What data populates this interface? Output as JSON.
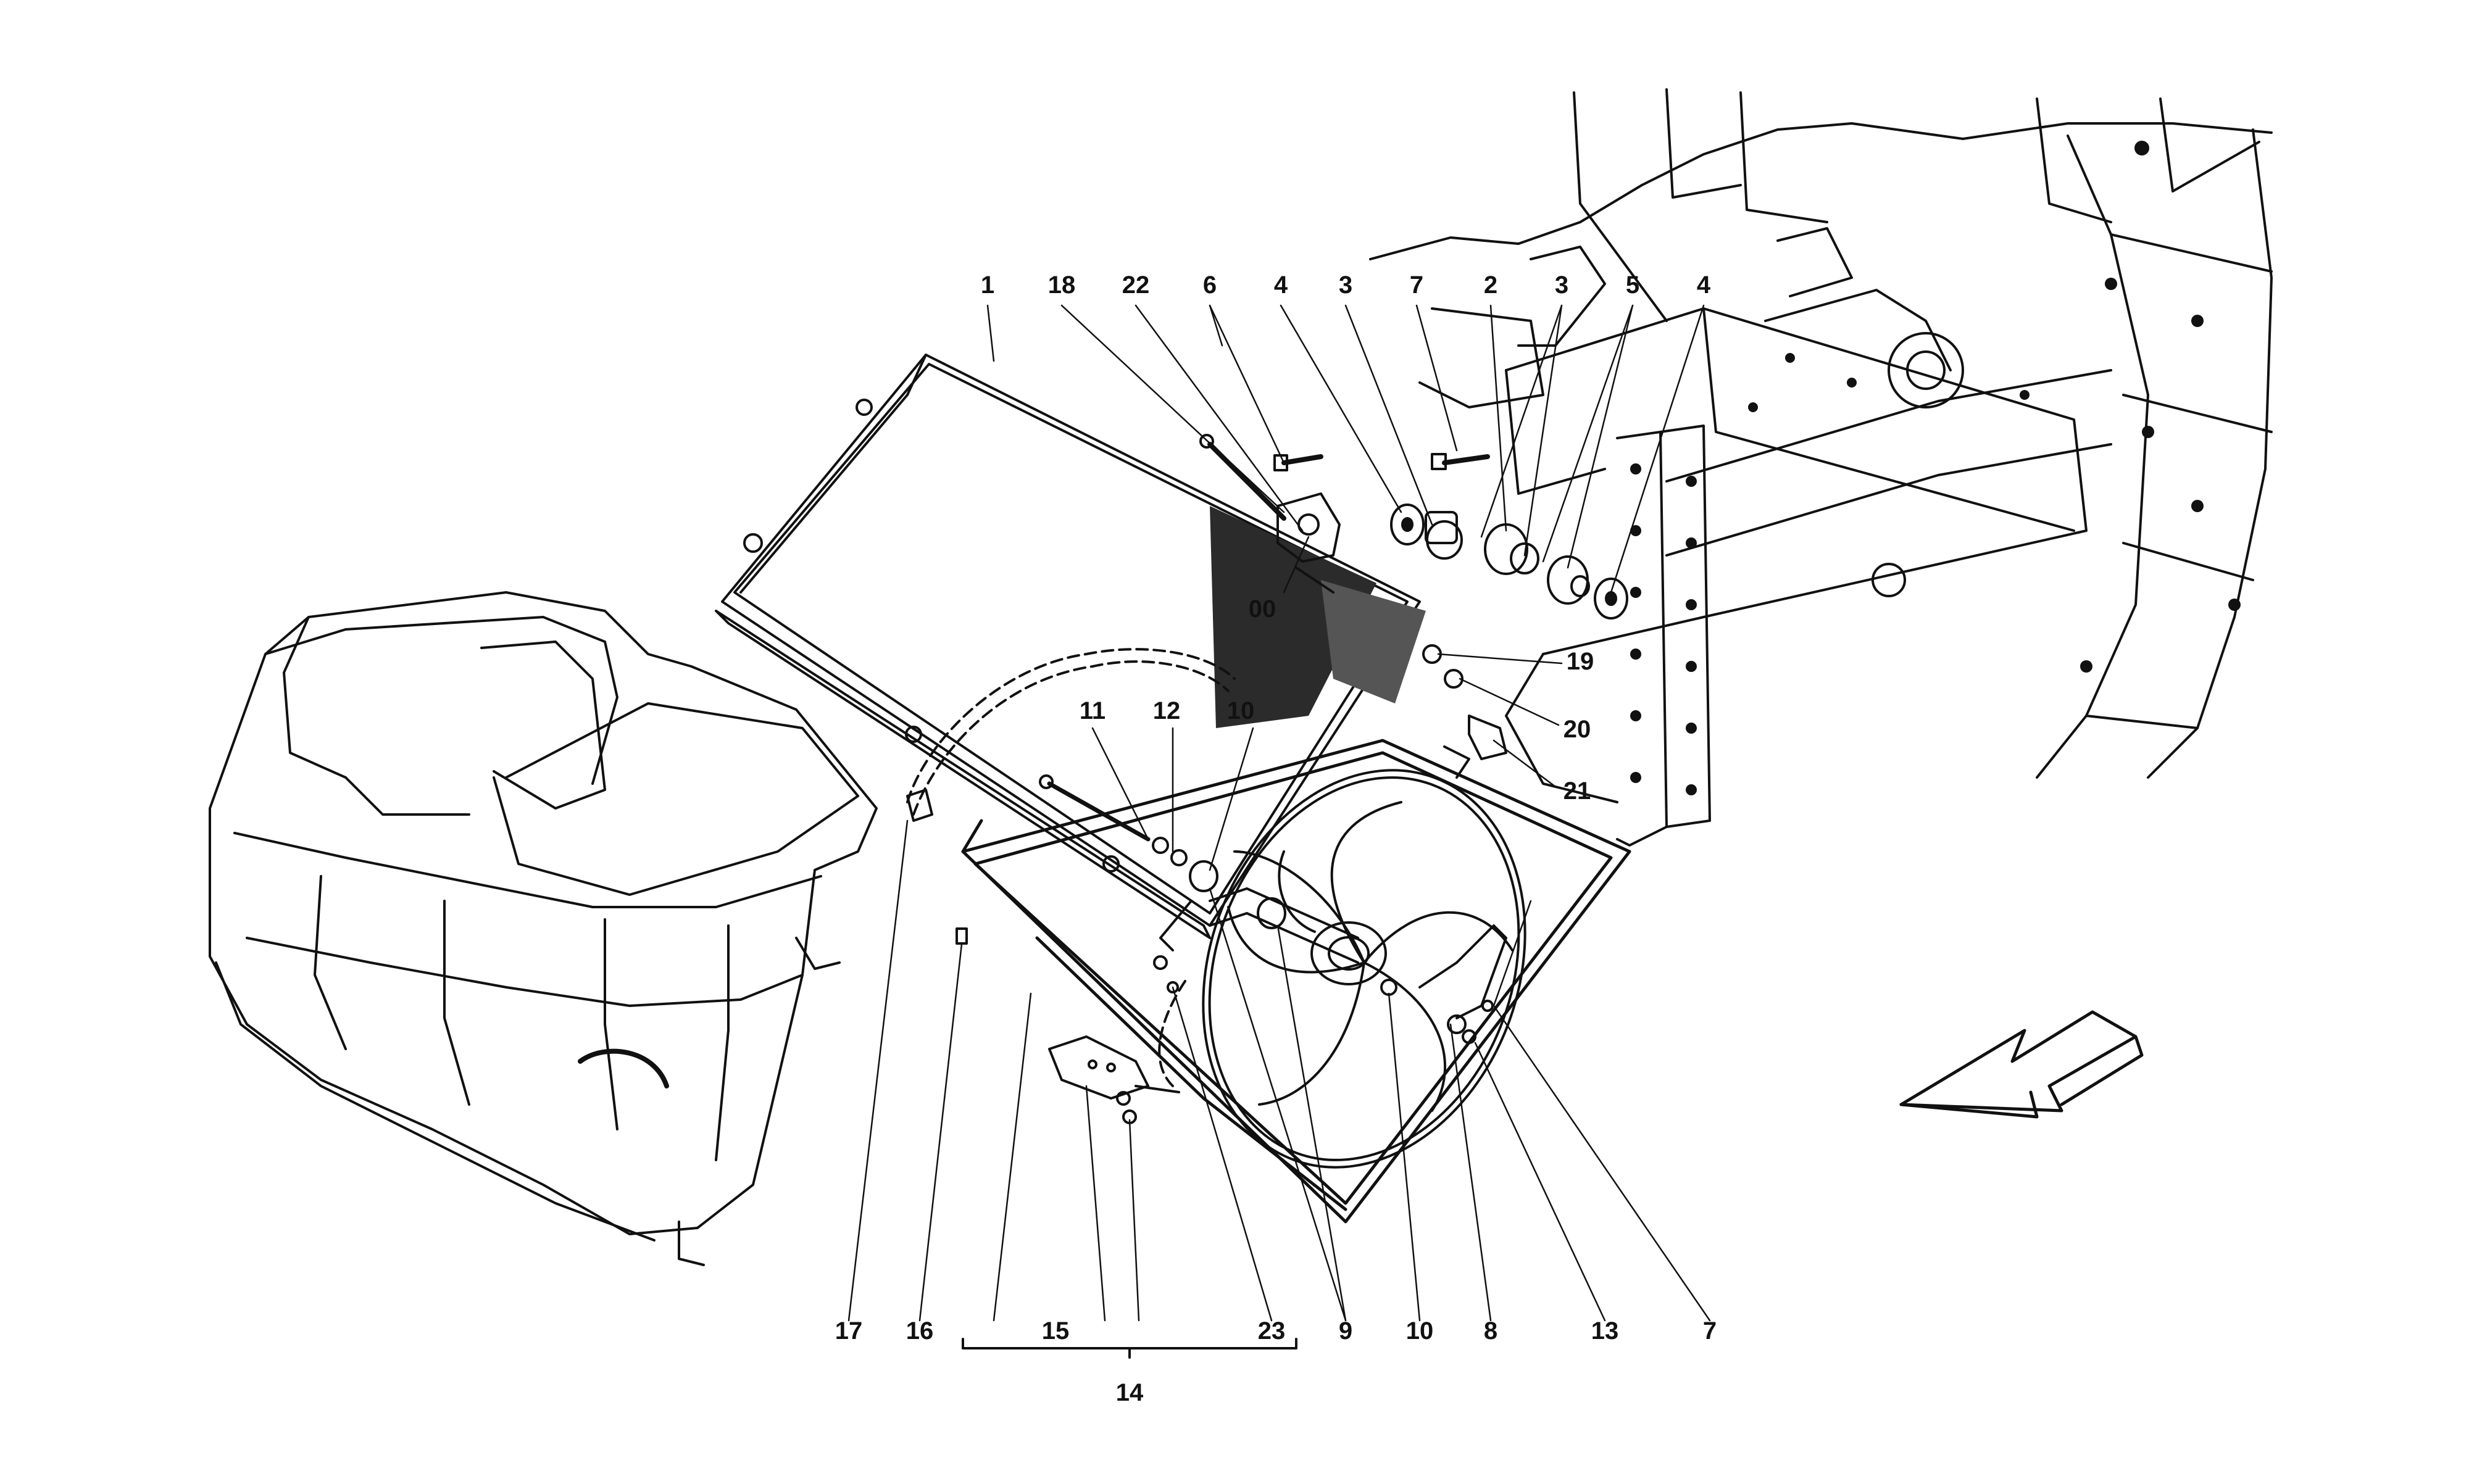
{
  "callouts_top": [
    "1",
    "18",
    "22",
    "6",
    "4",
    "3",
    "7",
    "2",
    "3",
    "5",
    "4"
  ],
  "callouts_right": [
    "19",
    "20",
    "21"
  ],
  "callouts_mid": [
    "00",
    "11",
    "12",
    "10"
  ],
  "callouts_bottom": [
    "17",
    "16",
    "15",
    "14",
    "23",
    "9",
    "10",
    "8",
    "13",
    "7"
  ],
  "group_label": "14"
}
